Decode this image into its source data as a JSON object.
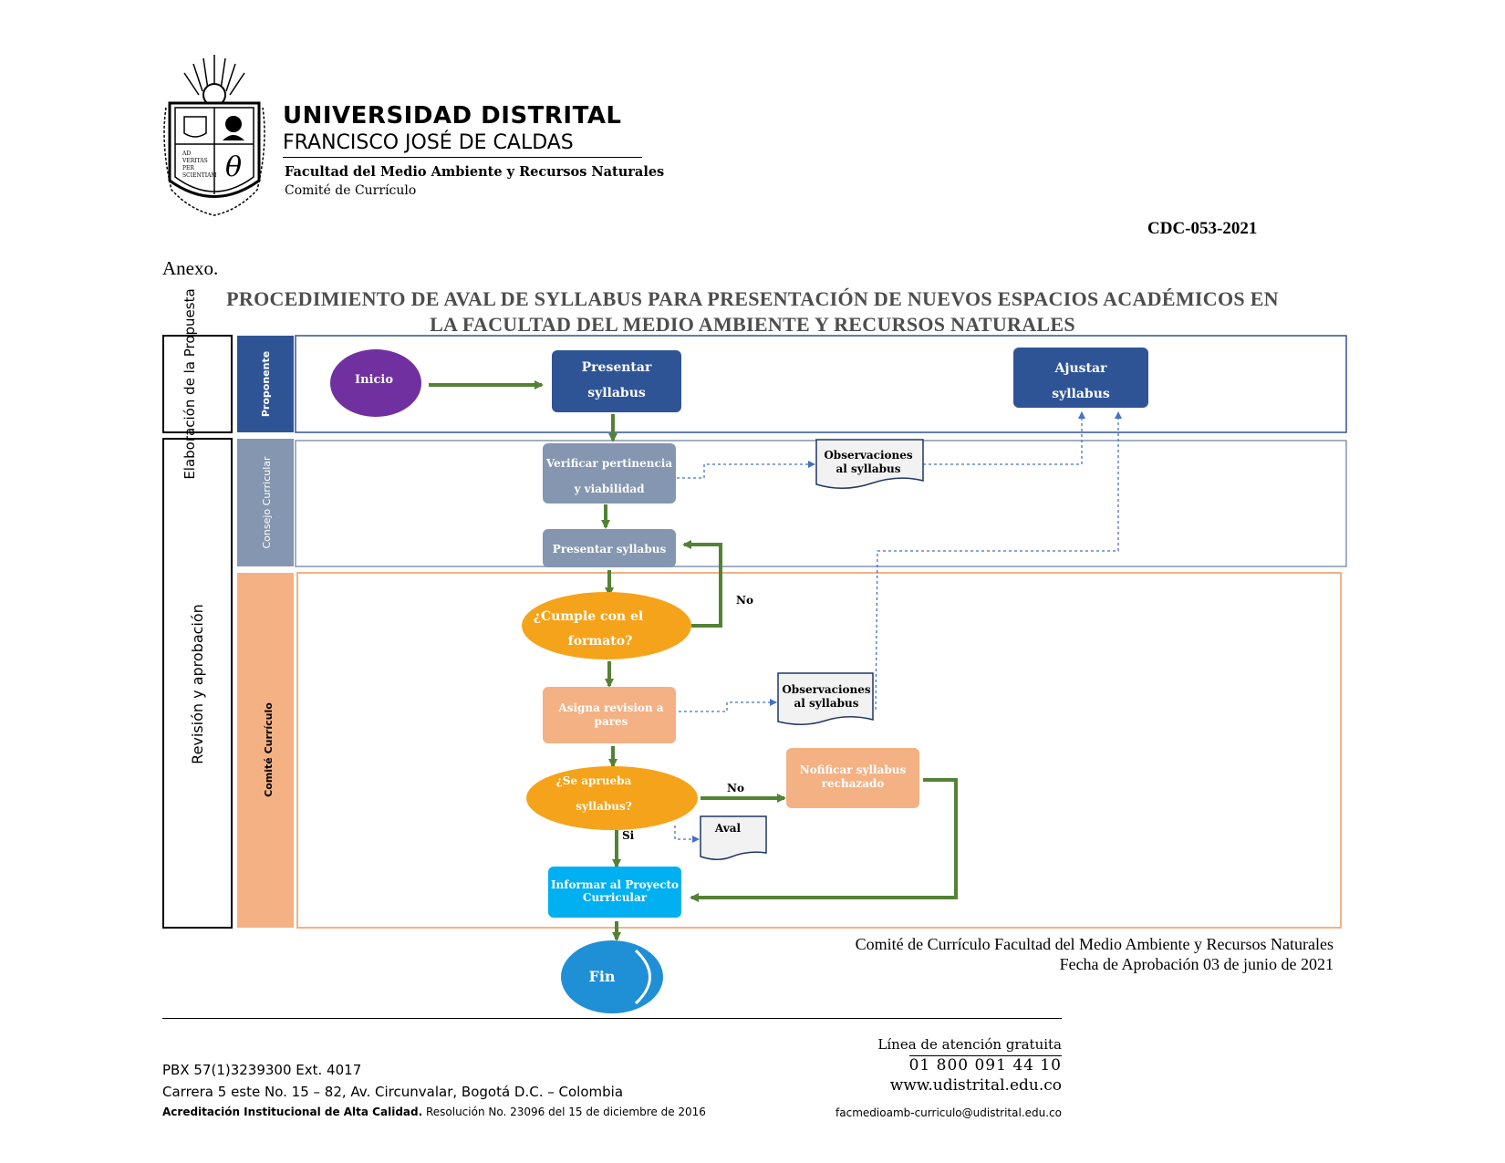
{
  "header": {
    "university_line1": "UNIVERSIDAD DISTRITAL",
    "university_line2": "FRANCISCO JOSÉ DE CALDAS",
    "faculty": "Facultad del Medio Ambiente y Recursos Naturales",
    "committee": "Comité de Currículo",
    "logo_icon": "university-seal-icon"
  },
  "document": {
    "code": "CDC-053-2021",
    "annex": "Anexo.",
    "title_line1": "PROCEDIMIENTO DE AVAL DE SYLLABUS PARA PRESENTACIÓN DE NUEVOS ESPACIOS ACADÉMICOS EN",
    "title_line2": "LA FACULTAD DEL MEDIO AMBIENTE Y RECURSOS NATURALES"
  },
  "lanes": {
    "phase_elaboracion": "Elaboración de la Propuesta",
    "phase_revision": "Revisión y aprobación",
    "role_proponente": "Proponente",
    "role_consejo": "Consejo Curricular",
    "role_comite": "Comité Currículo"
  },
  "nodes": {
    "inicio": "Inicio",
    "presentar_1": "Presentar",
    "presentar_2": "syllabus",
    "ajustar_1": "Ajustar",
    "ajustar_2": "syllabus",
    "verificar_1": "Verificar pertinencia",
    "verificar_2": "y viabilidad",
    "observaciones_a_1": "Observaciones",
    "observaciones_a_2": "al syllabus",
    "presentar_syllabus": "Presentar syllabus",
    "cumple_1": "¿Cumple con el",
    "cumple_2": "formato?",
    "no_1": "No",
    "asigna_1": "Asigna revision  a",
    "asigna_2": "pares",
    "observaciones_b_1": "Observaciones",
    "observaciones_b_2": "al syllabus",
    "aprueba_1": "¿Se aprueba",
    "aprueba_2": "syllabus?",
    "no_2": "No",
    "si": "Si",
    "notificar_1": "Nofificar syllabus",
    "notificar_2": "rechazado",
    "aval": "Aval",
    "informar_1": "Informar al Proyecto",
    "informar_2": "Curricular",
    "fin": "Fin"
  },
  "colors": {
    "proponente_blue": "#2f5496",
    "consejo_gray": "#8496b0",
    "comite_orange": "#f4b183",
    "inicio_purple": "#7030a0",
    "decision_orange": "#f5a31a",
    "informar_cyan": "#00b0f0",
    "fin_blue": "#1f8fd6",
    "arrow_green": "#548235",
    "dotted_blue": "#4472c4"
  },
  "approval": {
    "line1": "Comité de Currículo Facultad del Medio Ambiente  y Recursos Naturales",
    "line2": "Fecha de Aprobación 03 de junio de 2021"
  },
  "footer": {
    "pbx": "PBX 57(1)3239300 Ext. 4017",
    "address": "Carrera 5 este No. 15 – 82, Av. Circunvalar, Bogotá D.C. – Colombia",
    "accreditation_bold": "Acreditación Institucional de Alta Calidad.",
    "accreditation_rest": " Resolución No. 23096 del 15 de diciembre de 2016",
    "hotline_label": "Línea de atención gratuita",
    "hotline_number": "01  800  091  44  10",
    "website": "www.udistrital.edu.co",
    "email": "facmedioamb-curriculo@udistrital.edu.co"
  }
}
